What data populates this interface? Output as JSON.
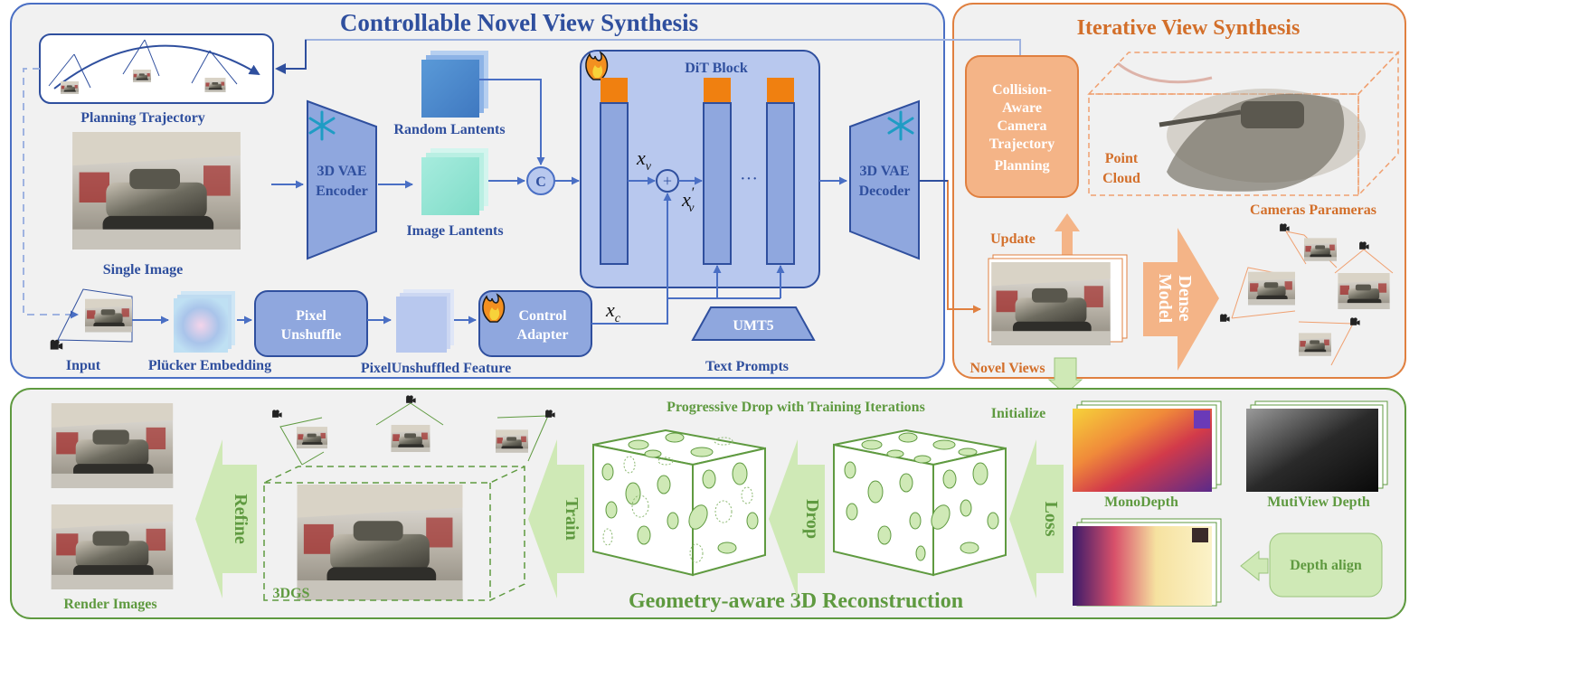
{
  "panels": {
    "cnvs_title": "Controllable Novel View Synthesis",
    "ivs_title": "Iterative View Synthesis",
    "recon_title": "Geometry-aware 3D Reconstruction"
  },
  "cnvs": {
    "planning_trajectory": "Planning Trajectory",
    "single_image": "Single Image",
    "input": "Input",
    "plucker": "Plücker Embedding",
    "pixel_unshuffle": [
      "Pixel",
      "Unshuffle"
    ],
    "pixelunshuffled_feature": "PixelUnshuffled Feature",
    "control_adapter": [
      "Control",
      "Adapter"
    ],
    "xc": "x",
    "xc_sub": "c",
    "vae_encoder": [
      "3D VAE",
      "Encoder"
    ],
    "random_latents": "Random Lantents",
    "image_latents": "Image Lantents",
    "concat": "C",
    "dit_block": "DiT Block",
    "xv": "x",
    "xv_sub": "v",
    "xv_prime": "x",
    "xv_prime_sub": "v",
    "xv_prime_mark": "′",
    "plus": "+",
    "ellipsis": "···",
    "umt5": "UMT5",
    "text_prompts": "Text Prompts",
    "vae_decoder": [
      "3D VAE",
      "Decoder"
    ]
  },
  "ivs": {
    "collision": [
      "Collision-",
      "Aware",
      "Camera",
      "Trajectory",
      "Planning"
    ],
    "point_cloud": [
      "Point",
      "Cloud"
    ],
    "cameras_params": "Cameras Parameras",
    "update": "Update",
    "dense_model": [
      "Dense",
      "Model"
    ],
    "novel_views": "Novel Views"
  },
  "recon": {
    "render_images": "Render Images",
    "refine": "Refine",
    "gs3d": "3DGS",
    "train": "Train",
    "progressive_drop": "Progressive Drop with Training Iterations",
    "drop": "Drop",
    "initialize": "Initialize",
    "loss": "Loss",
    "monodepth": "MonoDepth",
    "multiview_depth": "MutiView Depth",
    "depth_align": "Depth align"
  },
  "colors": {
    "blue_dark": "#2f4f9e",
    "blue_box": "#8fa7de",
    "blue_panel": "#b8c8ee",
    "orange": "#e08040",
    "orange_fill": "#f4b487",
    "green": "#5f9a40",
    "green_fill": "#cfe9b6",
    "panel_bg": "#f1f1f1"
  }
}
